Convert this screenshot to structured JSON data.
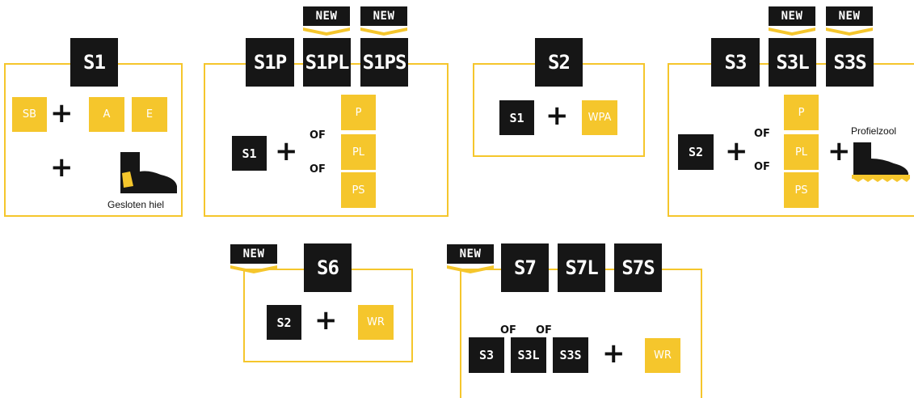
{
  "new_label": "NEW",
  "plus": "+",
  "or_word": "OF",
  "groups": {
    "s1": {
      "header": "S1",
      "base": "SB",
      "extras": [
        "A",
        "E"
      ],
      "caption": "Gesloten hiel"
    },
    "s1p": {
      "headers": [
        "S1P",
        "S1PL",
        "S1PS"
      ],
      "base": "S1",
      "options": [
        "P",
        "PL",
        "PS"
      ]
    },
    "s2": {
      "header": "S2",
      "base": "S1",
      "extra": "WPA"
    },
    "s3": {
      "headers": [
        "S3",
        "S3L",
        "S3S"
      ],
      "base": "S2",
      "options": [
        "P",
        "PL",
        "PS"
      ],
      "caption": "Profielzool"
    },
    "s6": {
      "header": "S6",
      "base": "S2",
      "extra": "WR"
    },
    "s7": {
      "headers": [
        "S7",
        "S7L",
        "S7S"
      ],
      "bases": [
        "S3",
        "S3L",
        "S3S"
      ],
      "extra": "WR"
    }
  },
  "colors": {
    "accent": "#f5c62c",
    "dark": "#161616"
  }
}
